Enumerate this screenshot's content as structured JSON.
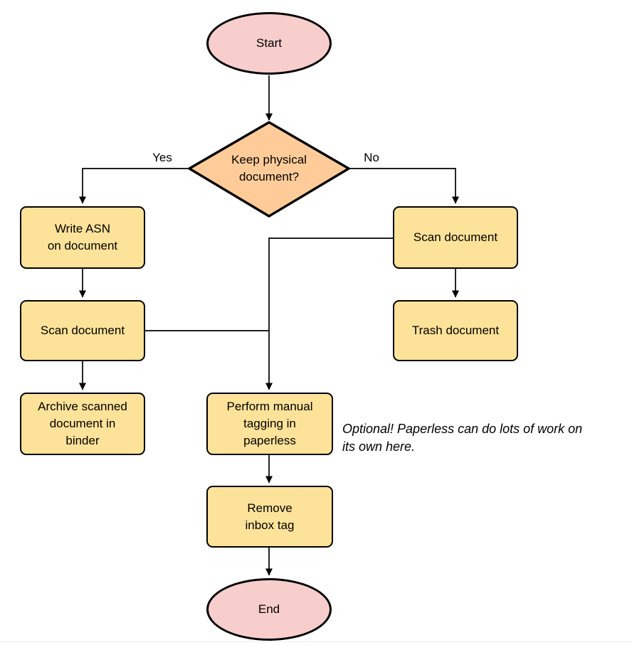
{
  "diagram": {
    "type": "flowchart",
    "nodes": {
      "start": {
        "label": "Start",
        "shape": "terminator"
      },
      "decision": {
        "label": "Keep physical\ndocument?",
        "shape": "decision"
      },
      "write_asn": {
        "label": "Write ASN\non document",
        "shape": "process"
      },
      "scan_left": {
        "label": "Scan document",
        "shape": "process"
      },
      "archive": {
        "label": "Archive scanned\ndocument in\nbinder",
        "shape": "process"
      },
      "scan_right": {
        "label": "Scan document",
        "shape": "process"
      },
      "trash": {
        "label": "Trash document",
        "shape": "process"
      },
      "tagging": {
        "label": "Perform manual\ntagging in\npaperless",
        "shape": "process"
      },
      "remove_inbox": {
        "label": "Remove\ninbox tag",
        "shape": "process"
      },
      "end": {
        "label": "End",
        "shape": "terminator"
      }
    },
    "edge_labels": {
      "yes": "Yes",
      "no": "No"
    },
    "annotation": {
      "text": "Optional! Paperless can do lots of work on\nits own here."
    },
    "colors": {
      "terminator_fill": "#F8CECC",
      "process_fill": "#FDE299",
      "decision_fill": "#FFCC99",
      "stroke": "#000000"
    }
  }
}
